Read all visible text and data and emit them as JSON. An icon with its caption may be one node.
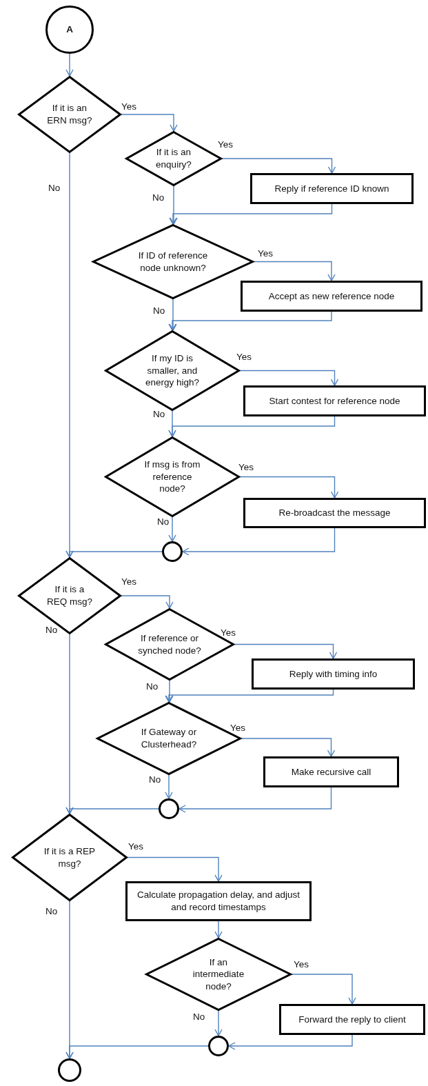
{
  "diagram": {
    "nodes": [
      {
        "text": [
          "A"
        ]
      },
      {
        "text": [
          "If it is an ERN msg?"
        ]
      },
      {
        "text": [
          "If it is an enquiry?"
        ]
      },
      {
        "text": [
          "Reply if reference ID known"
        ]
      },
      {
        "text": [
          "If ID of reference node unknown?"
        ]
      },
      {
        "text": [
          "Accept as new reference node"
        ]
      },
      {
        "text": [
          "If my ID is smaller, and energy high?"
        ]
      },
      {
        "text": [
          "Start contest for reference node"
        ]
      },
      {
        "text": [
          "If msg is from reference node?"
        ]
      },
      {
        "text": [
          "Re-broadcast the message"
        ]
      },
      {
        "text": [],
        "shape": "circle"
      },
      {
        "text": [
          "If it is a REQ msg?"
        ]
      },
      {
        "text": [
          "If reference or synched node?"
        ]
      },
      {
        "text": [
          "Reply with timing info"
        ]
      },
      {
        "text": [
          "If Gateway or Clusterhead?"
        ]
      },
      {
        "text": [
          "Make recursive call"
        ]
      },
      {
        "text": [],
        "shape": "circle"
      },
      {
        "text": [
          "If it is a REP msg?"
        ]
      },
      {
        "text": [
          "Calculate propagation delay, and adjust and record timestamps"
        ]
      },
      {
        "text": [
          "If an intermediate node?"
        ]
      },
      {
        "text": [
          "Forward the reply to client"
        ]
      },
      {
        "text": [],
        "shape": "circle"
      },
      {
        "text": [],
        "shape": "circle"
      }
    ],
    "edges": [
      {
        "from": 0,
        "to": 1,
        "arrow": "to"
      },
      {
        "from": 1,
        "to": 2,
        "arrow": "to",
        "label": "Yes"
      },
      {
        "from": 2,
        "to": 3,
        "arrow": "to",
        "label": "Yes"
      },
      {
        "from": 2,
        "to": 4,
        "arrow": "to",
        "label": "No"
      },
      {
        "from": 3,
        "to": 4,
        "arrow": "to"
      },
      {
        "from": 4,
        "to": 5,
        "arrow": "to",
        "label": "Yes"
      },
      {
        "from": 4,
        "to": 6,
        "arrow": "to",
        "label": "No"
      },
      {
        "from": 5,
        "to": 6,
        "arrow": "to"
      },
      {
        "from": 6,
        "to": 7,
        "arrow": "to",
        "label": "Yes"
      },
      {
        "from": 6,
        "to": 8,
        "arrow": "to",
        "label": "No"
      },
      {
        "from": 7,
        "to": 8,
        "arrow": "to"
      },
      {
        "from": 8,
        "to": 9,
        "arrow": "to",
        "label": "Yes"
      },
      {
        "from": 8,
        "to": 10,
        "arrow": "to",
        "label": "No"
      },
      {
        "from": 9,
        "to": 10,
        "arrow": "to"
      },
      {
        "from": 1,
        "to": 11,
        "arrow": "to",
        "label": "No"
      },
      {
        "from": 10,
        "to": 11,
        "arrow": "to"
      },
      {
        "from": 11,
        "to": 12,
        "arrow": "to",
        "label": "Yes"
      },
      {
        "from": 12,
        "to": 13,
        "arrow": "to",
        "label": "Yes"
      },
      {
        "from": 12,
        "to": 14,
        "arrow": "to",
        "label": "No"
      },
      {
        "from": 13,
        "to": 14,
        "arrow": "to"
      },
      {
        "from": 14,
        "to": 15,
        "arrow": "to",
        "label": "Yes"
      },
      {
        "from": 14,
        "to": 16,
        "arrow": "to",
        "label": "No"
      },
      {
        "from": 15,
        "to": 16,
        "arrow": "to"
      },
      {
        "from": 11,
        "to": 17,
        "arrow": "to",
        "label": "No"
      },
      {
        "from": 16,
        "to": 17,
        "arrow": "to"
      },
      {
        "from": 17,
        "to": 18,
        "arrow": "to",
        "label": "Yes"
      },
      {
        "from": 18,
        "to": 19,
        "arrow": "to"
      },
      {
        "from": 19,
        "to": 20,
        "arrow": "to",
        "label": "Yes"
      },
      {
        "from": 19,
        "to": 21,
        "arrow": "to",
        "label": "No"
      },
      {
        "from": 20,
        "to": 21,
        "arrow": "to"
      },
      {
        "from": 17,
        "to": 22,
        "arrow": "to",
        "label": "No"
      },
      {
        "from": 21,
        "to": 22,
        "arrow": "to"
      }
    ]
  }
}
